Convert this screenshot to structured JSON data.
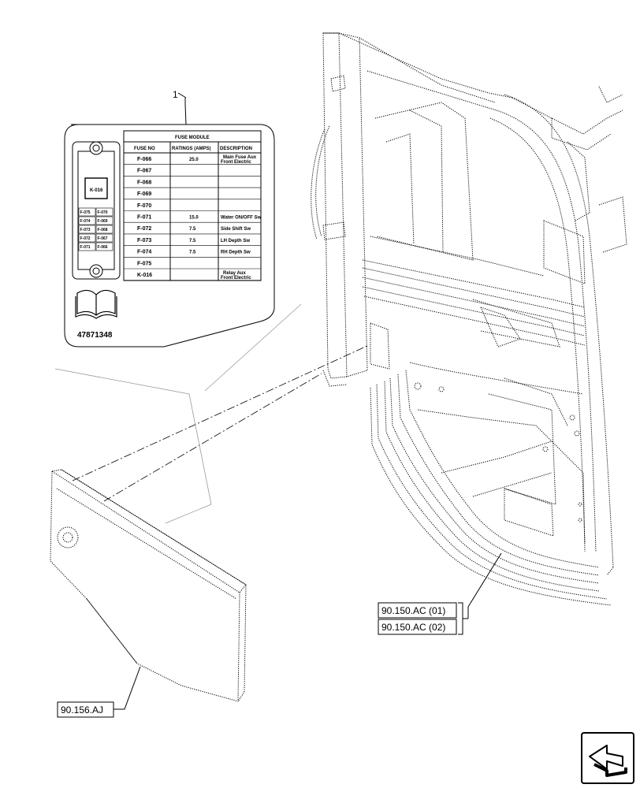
{
  "callout_number": "1",
  "decal": {
    "module_title": "FUSE MODULE",
    "headers": [
      "FUSE NO",
      "RATINGS (AMPS)",
      "DESCRIPTION"
    ],
    "rows": [
      {
        "fuse": "F-066",
        "rating": "25.0",
        "desc1": "Main Fuse Aux",
        "desc2": "Front Electric"
      },
      {
        "fuse": "F-067",
        "rating": "",
        "desc1": "",
        "desc2": ""
      },
      {
        "fuse": "F-068",
        "rating": "",
        "desc1": "",
        "desc2": ""
      },
      {
        "fuse": "F-069",
        "rating": "",
        "desc1": "",
        "desc2": ""
      },
      {
        "fuse": "F-070",
        "rating": "",
        "desc1": "",
        "desc2": ""
      },
      {
        "fuse": "F-071",
        "rating": "15.0",
        "desc1": "Water ON/OFF Sw",
        "desc2": ""
      },
      {
        "fuse": "F-072",
        "rating": "7.5",
        "desc1": "Side Shift Sw",
        "desc2": ""
      },
      {
        "fuse": "F-073",
        "rating": "7.5",
        "desc1": "LH Depth Sw",
        "desc2": ""
      },
      {
        "fuse": "F-074",
        "rating": "7.5",
        "desc1": "RH Depth Sw",
        "desc2": ""
      },
      {
        "fuse": "F-075",
        "rating": "",
        "desc1": "",
        "desc2": ""
      },
      {
        "fuse": "K-016",
        "rating": "",
        "desc1": "Relay Aux",
        "desc2": "Front Electric"
      }
    ],
    "module_relay": "K-016",
    "module_fuse_pairs": [
      [
        "F-075",
        "F-070"
      ],
      [
        "F-074",
        "F-069"
      ],
      [
        "F-073",
        "F-068"
      ],
      [
        "F-072",
        "F-067"
      ],
      [
        "F-071",
        "F-066"
      ]
    ],
    "part_number": "47871348",
    "manual_icon": "open-book-icon"
  },
  "references": {
    "ref1": "90.150.AC (01)",
    "ref2": "90.150.AC (02)",
    "ref3": "90.156.AJ"
  },
  "nav_icon": "arrow-left-icon"
}
